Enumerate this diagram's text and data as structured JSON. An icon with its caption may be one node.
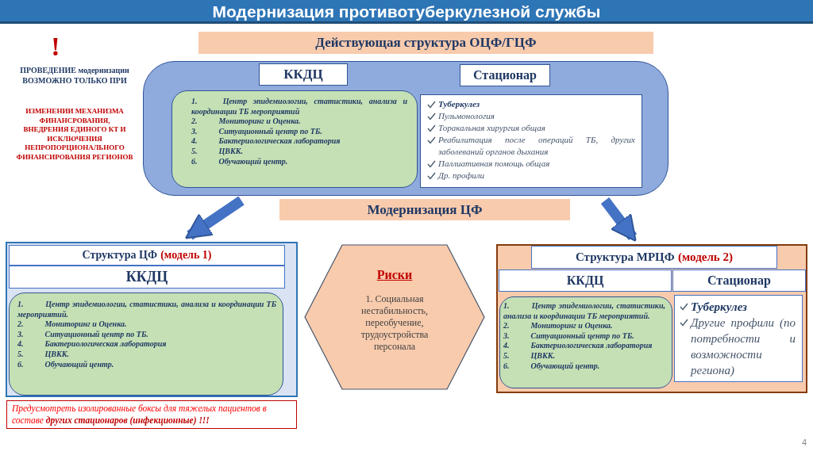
{
  "diagram": {
    "title": "Модернизация противотуберкулезной службы",
    "nodes": [
      {
        "text": [
          "Действующая структура ОЦФ/ГЦФ"
        ]
      },
      {
        "text": [],
        "shape": "box"
      },
      {
        "text": [
          "ККДЦ"
        ],
        "in": 1
      },
      {
        "text": [
          "Стационар"
        ],
        "in": 1
      },
      {
        "text": [
          "1. Центр эпидемиологии, статистики, анализа и координации ТБ мероприятий",
          "2. Мониторинг и Оценка.",
          "3. Ситуационный центр по ТБ.",
          "4. Бактериологическая лаборатория",
          "5. ЦВКК.",
          "6. Обучающий центр."
        ],
        "in": 1
      },
      {
        "text": [
          "Туберкулез",
          "Пульмонология",
          "Торакальная хирургия общая",
          "Реабилитация после операций ТБ, других заболеваний органов дыхания",
          "Паллиативная помощь общая",
          "Др. профили"
        ],
        "in": 1
      },
      {
        "text": [
          "Модернизация ЦФ"
        ]
      },
      {
        "text": [],
        "shape": "box"
      },
      {
        "text": [
          "Структура ЦФ",
          "(модель 1)"
        ],
        "in": 7
      },
      {
        "text": [
          "ККДЦ"
        ],
        "in": 7
      },
      {
        "text": [
          "1. Центр эпидемиологии, статистики, анализа и координации ТБ мероприятий.",
          "2. Мониторинг и Оценка.",
          "3. Ситуационный центр по ТБ.",
          "4. Бактериологическая лаборатория",
          "5. ЦВКК.",
          "6. Обучающий центр."
        ],
        "in": 7
      },
      {
        "text": [
          "Предусмотреть изолированные боксы для тяжелых пациентов в составе **других стационаров (инфекционные) !!!**"
        ]
      },
      {
        "text": [
          "Риски",
          "1. Социальная нестабильность, переобучение, трудоустройства персонала"
        ]
      },
      {
        "text": [],
        "shape": "box"
      },
      {
        "text": [
          "Структура МРЦФ",
          "(модель 2)"
        ],
        "in": 13
      },
      {
        "text": [
          "ККДЦ"
        ],
        "in": 13
      },
      {
        "text": [
          "Стационар"
        ],
        "in": 13
      },
      {
        "text": [
          "1. Центр эпидемиологии, статистики, анализа и координации ТБ мероприятий.",
          "2. Мониторинг и Оценка.",
          "3. Ситуационный центр по ТБ.",
          "4. Бактериологическая лаборатория",
          "5. ЦВКК.",
          "6. Обучающий центр."
        ],
        "in": 13
      },
      {
        "text": [
          "Туберкулез",
          "Другие профили (по потребности и возможности региона)"
        ],
        "in": 13
      }
    ],
    "edges": [
      {
        "from": 1,
        "to": 7,
        "arrow": "to"
      },
      {
        "from": 1,
        "to": 13,
        "arrow": "to"
      }
    ],
    "labels": [
      "!",
      "ПРОВЕДЕНИЕ модернизации ВОЗМОЖНО ТОЛЬКО ПРИ",
      "ИЗМЕНЕНИИ МЕХАНИЗМА ФИНАНСРОВАНИЯ, ВНЕДРЕНИЯ ЕДИНОГО КТ И ИСКЛЮЧЕНИЯ НЕПРОПОРЦИОНАЛЬНОГО ФИНАНСИРОВАНИЯ РЕГИОНОВ",
      "4"
    ]
  }
}
